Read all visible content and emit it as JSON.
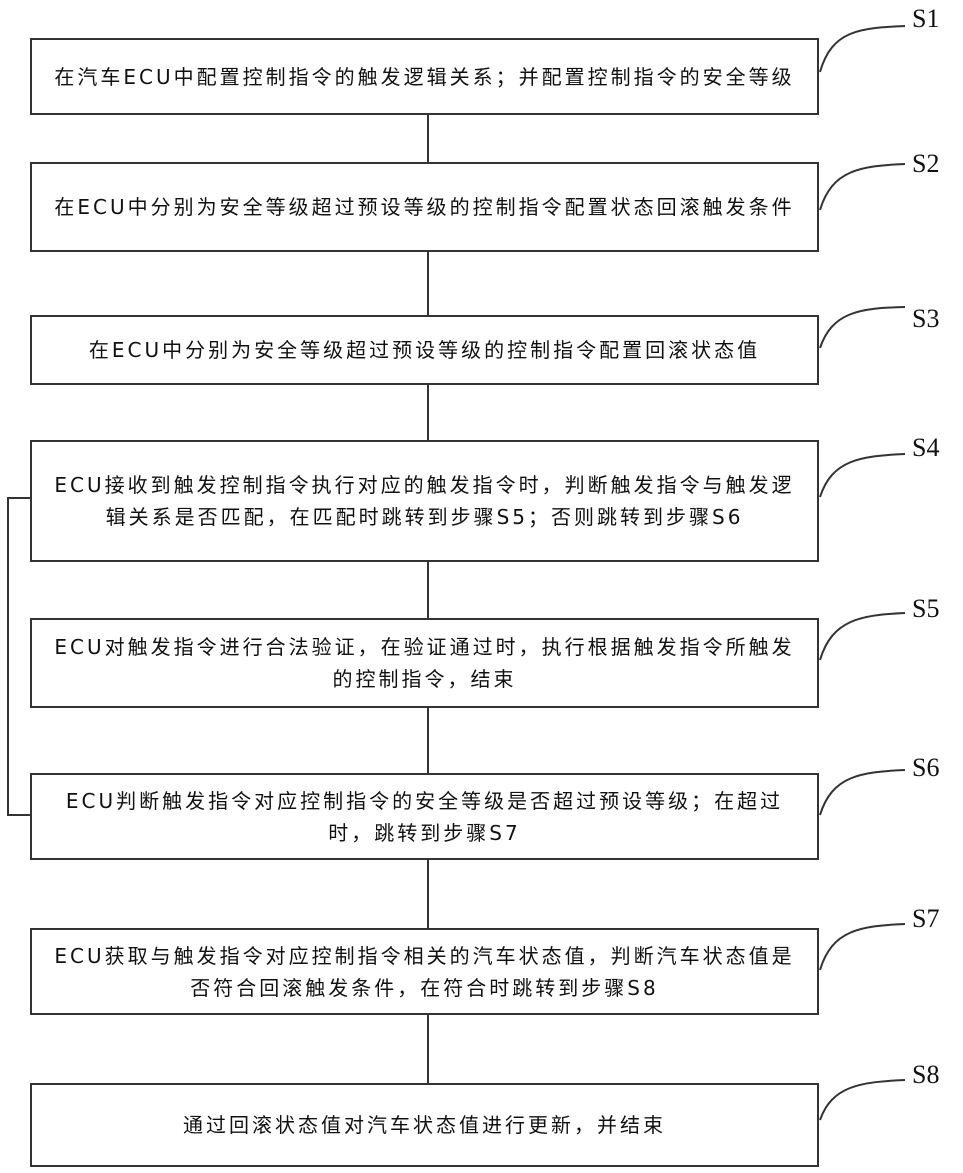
{
  "steps": [
    {
      "label": "S1",
      "text": "在汽车ECU中配置控制指令的触发逻辑关系；并配置控制指令的安全等级"
    },
    {
      "label": "S2",
      "text": "在ECU中分别为安全等级超过预设等级的控制指令配置状态回滚触发条件"
    },
    {
      "label": "S3",
      "text": "在ECU中分别为安全等级超过预设等级的控制指令配置回滚状态值"
    },
    {
      "label": "S4",
      "text": "ECU接收到触发控制指令执行对应的触发指令时，判断触发指令与触发逻辑关系是否匹配，在匹配时跳转到步骤S5；否则跳转到步骤S6"
    },
    {
      "label": "S5",
      "text": "ECU对触发指令进行合法验证，在验证通过时，执行根据触发指令所触发的控制指令，结束"
    },
    {
      "label": "S6",
      "text": "ECU判断触发指令对应控制指令的安全等级是否超过预设等级；在超过时，跳转到步骤S7"
    },
    {
      "label": "S7",
      "text": "ECU获取与触发指令对应控制指令相关的汽车状态值，判断汽车状态值是否符合回滚触发条件，在符合时跳转到步骤S8"
    },
    {
      "label": "S8",
      "text": "通过回滚状态值对汽车状态值进行更新，并结束"
    }
  ]
}
